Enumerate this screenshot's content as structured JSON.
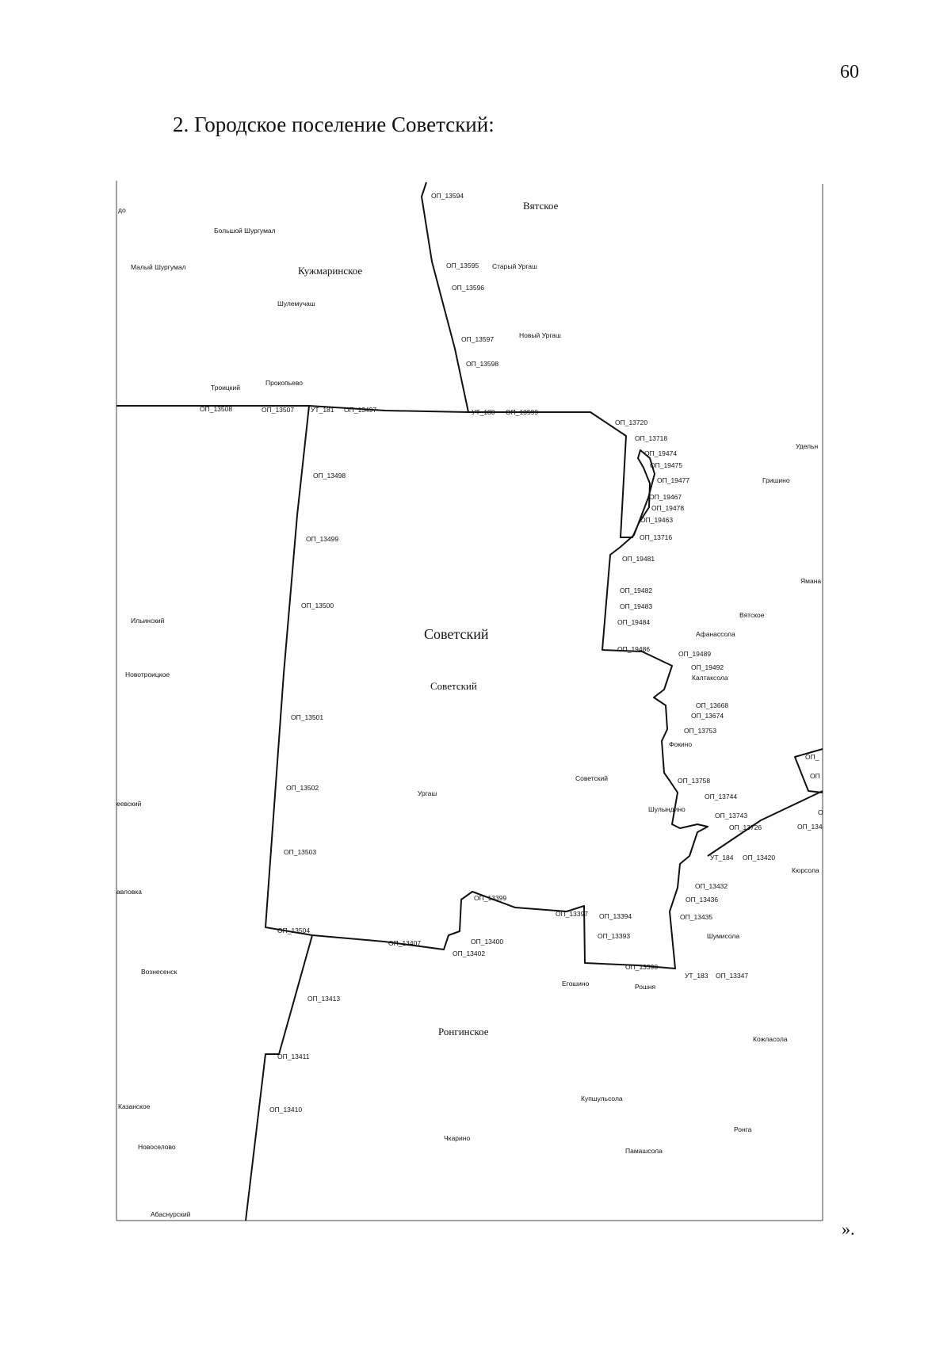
{
  "page": {
    "number": "60",
    "heading": "2. Городское поселение Советский:",
    "closing": "»."
  },
  "map": {
    "regions": {
      "kuzhmarinskoe": "Кужмаринское",
      "sovetsky_main": "Советский",
      "sovetsky_sub": "Советский",
      "ronginskoe": "Ронгинское",
      "vyatskoe_top": "Вятское"
    },
    "settlements": {
      "do": "до",
      "bolshoy_shurgumal": "Большой Шургумал",
      "maly_shurgumal": "Малый Шургумал",
      "shulemuchash": "Шулемучаш",
      "troitsky": "Троицкий",
      "prokopyevo": "Прокопьево",
      "stary_urgash": "Старый Ургаш",
      "novy_urgash": "Новый Ургаш",
      "udelno": "Удельн",
      "grishino": "Гришино",
      "yamana": "Ямана",
      "ilyinsky": "Ильинский",
      "novotroitskoe": "Новотроицкое",
      "vyatskoe": "Вятское",
      "afanassola": "Афанассола",
      "kaltaksola": "Калтаксола",
      "fokino": "Фокино",
      "sovetsky_small": "Советский",
      "shulyndino": "Шулындино",
      "urgash": "Ургаш",
      "evsky": "еевский",
      "kyursola": "Кюрсола",
      "pavlovka": "авловка",
      "shumisola": "Шумисола",
      "voznesensk": "Вознесенск",
      "egoshino": "Егошино",
      "roshnya": "Рошня",
      "kozhlasola": "Кожласола",
      "kazanskoe": "Казанское",
      "kupshulsola": "Купшульсола",
      "novoselovo": "Новоселово",
      "chkarino": "Чкарино",
      "ronga": "Ронга",
      "pamashsola": "Памашсола",
      "abasnursky": "Абаснурский"
    },
    "points": {
      "op_13594": "ОП_13594",
      "op_13595": "ОП_13595",
      "op_13596": "ОП_13596",
      "op_13597": "ОП_13597",
      "op_13598": "ОП_13598",
      "op_13508": "ОП_13508",
      "op_13507": "ОП_13507",
      "ut_181": "УТ_181",
      "op_13497": "ОП_13497",
      "ut_180": "УТ_180",
      "op_13599": "ОП_13599",
      "op_13720": "ОП_13720",
      "op_13718": "ОП_13718",
      "op_19474": "ОП_19474",
      "op_19475": "ОП_19475",
      "op_19477": "ОП_19477",
      "op_19467": "ОП_19467",
      "op_19478": "ОП_19478",
      "op_19463": "ОП_19463",
      "op_13716": "ОП_13716",
      "op_19481": "ОП_19481",
      "op_19482": "ОП_19482",
      "op_19483": "ОП_19483",
      "op_19484": "ОП_19484",
      "op_19486": "ОП_19486",
      "op_19489": "ОП_19489",
      "op_19492": "ОП_19492",
      "op_13498": "ОП_13498",
      "op_13499": "ОП_13499",
      "op_13500": "ОП_13500",
      "op_13668": "ОП_13668",
      "op_13674": "ОП_13674",
      "op_13753": "ОП_13753",
      "op_13501": "ОП_13501",
      "op_13758": "ОП_13758",
      "op_13744": "ОП_13744",
      "op_13743": "ОП_13743",
      "op_13726": "ОП_13726",
      "op_13502": "ОП_13502",
      "op_13503": "ОП_13503",
      "ut_184": "УТ_184",
      "op_13420": "ОП_13420",
      "op_13432": "ОП_13432",
      "op_13436": "ОП_13436",
      "op_13435": "ОП_13435",
      "op_13399": "ОП_13399",
      "op_13397": "ОП_13397",
      "op_13394": "ОП_13394",
      "op_13393": "ОП_13393",
      "op_13504": "ОП_13504",
      "op_13407": "ОП_13407",
      "op_13400": "ОП_13400",
      "op_13402": "ОП_13402",
      "op_13390": "ОП_13390",
      "ut_183": "УТ_183",
      "op_13347": "ОП_13347",
      "op_13413": "ОП_13413",
      "op_13411": "ОП_13411",
      "op_13410": "ОП_13410",
      "op_cut1": "ОП_",
      "op_cut2": "ОП",
      "op_cut3": "О",
      "op_cut4": "ОП_134"
    }
  }
}
